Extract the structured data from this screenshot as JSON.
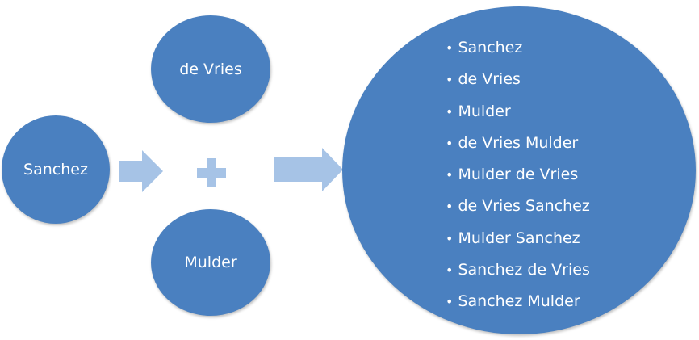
{
  "inputs": {
    "first": "Sanchez",
    "second": "de Vries",
    "third": "Mulder"
  },
  "result": {
    "items": [
      "Sanchez",
      "de Vries",
      "Mulder",
      "de Vries Mulder",
      "Mulder de Vries",
      "de Vries Sanchez",
      "Mulder Sanchez",
      "Sanchez de Vries",
      "Sanchez Mulder"
    ]
  },
  "colors": {
    "circle": "#4a80c0",
    "arrow": "#a6c3e6",
    "text": "#ffffff"
  }
}
